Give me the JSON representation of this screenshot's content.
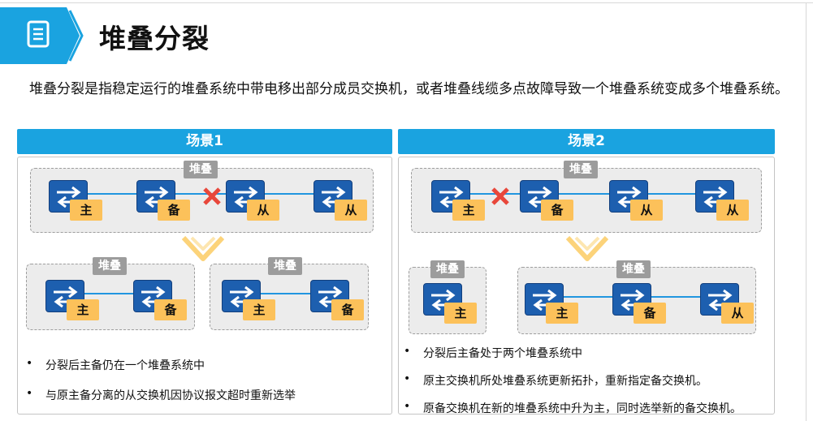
{
  "header": {
    "title": "堆叠分裂",
    "icon": "document-list-icon",
    "accent": "#1aa3e0"
  },
  "intro": "堆叠分裂是指稳定运行的堆叠系统中带电移出部分成员交换机，或者堆叠线缆多点故障导致一个堆叠系统变成多个堆叠系统。",
  "group_label": "堆叠",
  "roles": {
    "master": "主",
    "standby": "备",
    "slave": "从"
  },
  "colors": {
    "switch": "#1d5faf",
    "role_label": "#fcc15a",
    "link": "#2196e0",
    "fault": "#e8473b",
    "group_tag": "#9c9c9c"
  },
  "scenario1": {
    "title": "场景1",
    "bullets": [
      "分裂后主备仍在一个堆叠系统中",
      "与原主备分离的从交换机因协议报文超时重新选举"
    ]
  },
  "scenario2": {
    "title": "场景2",
    "bullets": [
      "分裂后主备处于两个堆叠系统中",
      "原主交换机所处堆叠系统更新拓扑，重新指定备交换机。",
      "原备交换机在新的堆叠系统中升为主，同时选举新的备交换机。"
    ]
  }
}
